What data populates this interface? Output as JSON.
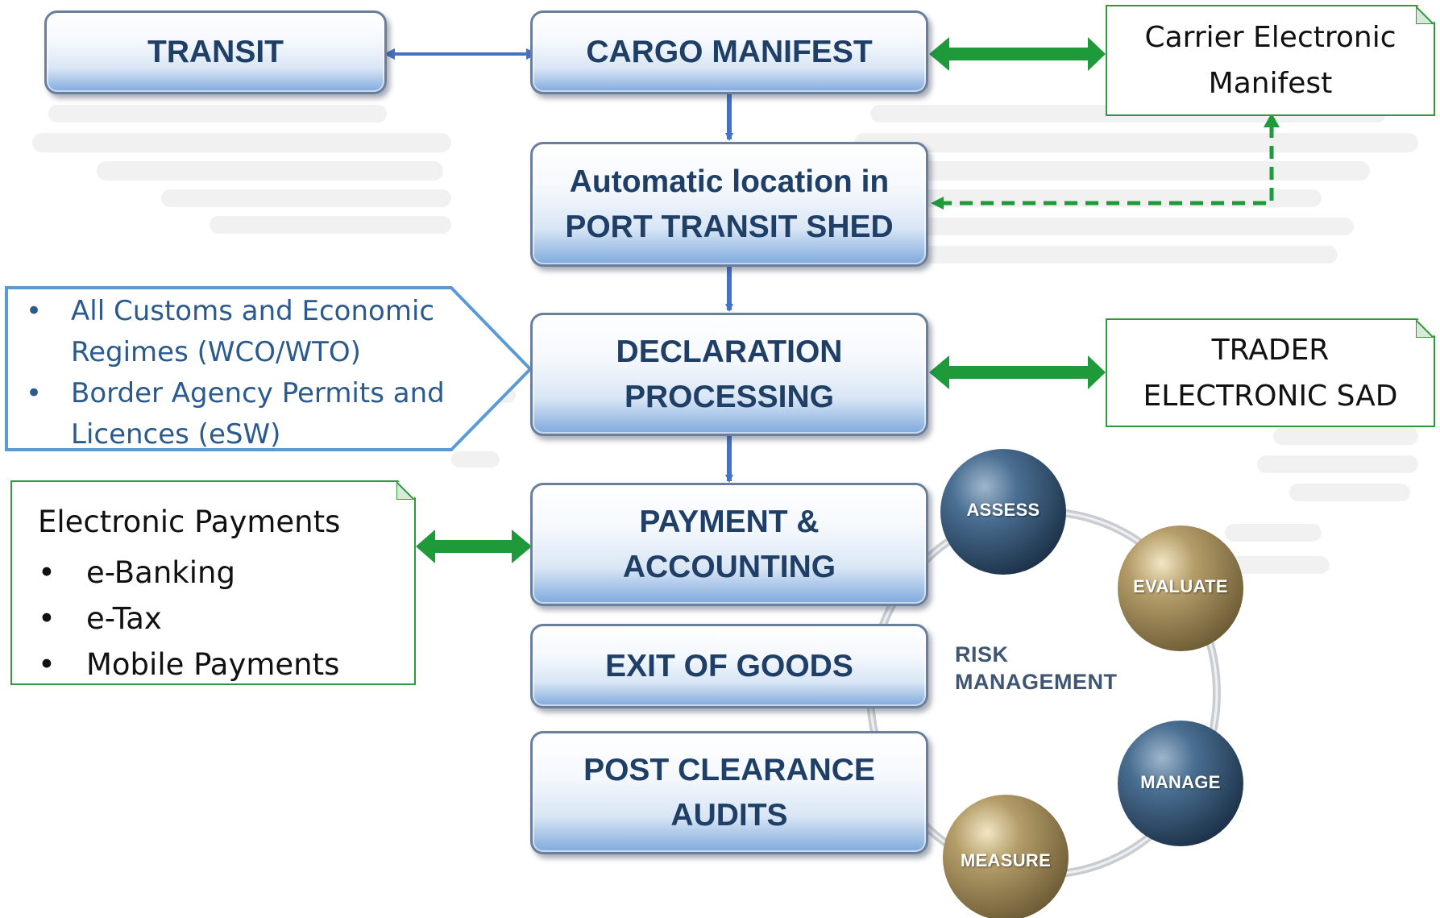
{
  "flow": {
    "transit": "TRANSIT",
    "cargo_manifest": "CARGO MANIFEST",
    "auto_location": [
      "Automatic location in",
      "PORT TRANSIT SHED"
    ],
    "declaration": [
      "DECLARATION",
      "PROCESSING"
    ],
    "payment": [
      "PAYMENT &",
      "ACCOUNTING"
    ],
    "exit": "EXIT OF GOODS",
    "post_clearance": [
      "POST CLEARANCE",
      "AUDITS"
    ]
  },
  "carrier": [
    "Carrier Electronic",
    "Manifest"
  ],
  "trader": [
    "TRADER",
    "ELECTRONIC SAD"
  ],
  "regimes": [
    {
      "bullet": "•",
      "lines": [
        "All Customs and Economic",
        "Regimes (WCO/WTO)"
      ]
    },
    {
      "bullet": "•",
      "lines": [
        "Border Agency Permits and",
        "Licences (eSW)"
      ]
    }
  ],
  "payments": {
    "title": "Electronic Payments",
    "items": [
      {
        "bullet": "•",
        "text": "e-Banking"
      },
      {
        "bullet": "•",
        "text": "e-Tax"
      },
      {
        "bullet": "•",
        "text": "Mobile Payments"
      }
    ]
  },
  "risk": {
    "label": [
      "RISK",
      "MANAGEMENT"
    ],
    "assess": "ASSESS",
    "evaluate": "EVALUATE",
    "manage": "MANAGE",
    "measure": "MEASURE"
  },
  "colors": {
    "process_text": "#1f3f66",
    "blue_arrow": "#4472c4",
    "green_arrow": "#1f9a3a",
    "green_border": "#2e9a3c",
    "regime_text": "#2a5a8e",
    "sphere_dark": "#2f4d6b",
    "sphere_gold": "#a08a5a"
  }
}
